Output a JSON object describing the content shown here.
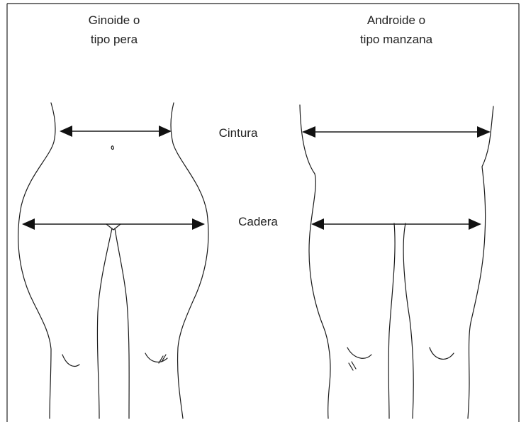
{
  "figure": {
    "labels": {
      "gynoid_line1": "Ginoide o",
      "gynoid_line2": "tipo pera",
      "android_line1": "Androide o",
      "android_line2": "tipo manzana",
      "waist": "Cintura",
      "hip": "Cadera"
    },
    "colors": {
      "line": "#1a1a1a",
      "background": "#ffffff"
    }
  }
}
